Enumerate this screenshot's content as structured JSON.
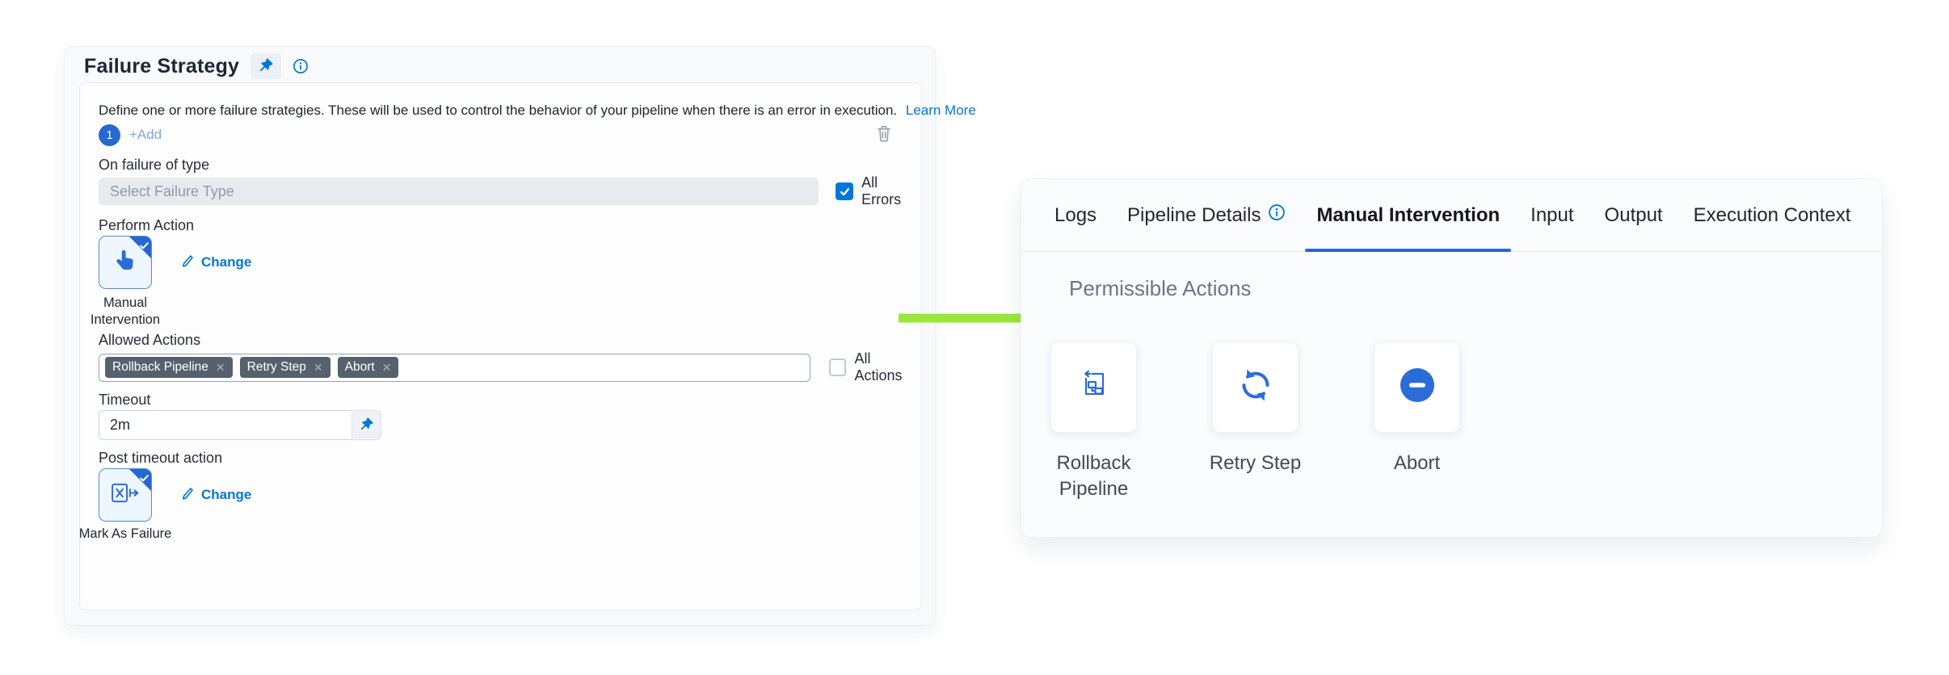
{
  "colors": {
    "primary_blue": "#0278d5",
    "icon_blue": "#2b6cd9",
    "selected_blue": "#2767d0",
    "arrow_green": "#99e73b",
    "chip_background": "#57616e"
  },
  "failure_strategy_panel": {
    "title": "Failure Strategy",
    "description": "Define one or more failure strategies. These will be used to control the behavior of your pipeline when there is an error in execution.",
    "learn_more_label": "Learn More",
    "strategy_index": "1",
    "add_label": "+Add",
    "on_failure_of_type_label": "On failure of type",
    "failure_type_placeholder": "Select Failure Type",
    "all_errors_label": "All Errors",
    "all_errors_checked": true,
    "perform_action_label": "Perform Action",
    "perform_action_name": "Manual Intervention",
    "change_label": "Change",
    "allowed_actions_label": "Allowed Actions",
    "allowed_actions_chips": [
      "Rollback Pipeline",
      "Retry Step",
      "Abort"
    ],
    "all_actions_label": "All Actions",
    "all_actions_checked": false,
    "timeout_label": "Timeout",
    "timeout_value": "2m",
    "post_timeout_action_label": "Post timeout action",
    "post_timeout_action_name": "Mark As Failure"
  },
  "details_panel": {
    "tabs": [
      {
        "label": "Logs",
        "active": false
      },
      {
        "label": "Pipeline Details",
        "active": false,
        "has_info_icon": true
      },
      {
        "label": "Manual Intervention",
        "active": true
      },
      {
        "label": "Input",
        "active": false
      },
      {
        "label": "Output",
        "active": false
      },
      {
        "label": "Execution Context",
        "active": false
      }
    ],
    "section_title": "Permissible Actions",
    "actions": [
      {
        "label": "Rollback Pipeline",
        "icon": "rollback-pipeline-icon"
      },
      {
        "label": "Retry Step",
        "icon": "retry-step-icon"
      },
      {
        "label": "Abort",
        "icon": "abort-icon"
      }
    ]
  }
}
